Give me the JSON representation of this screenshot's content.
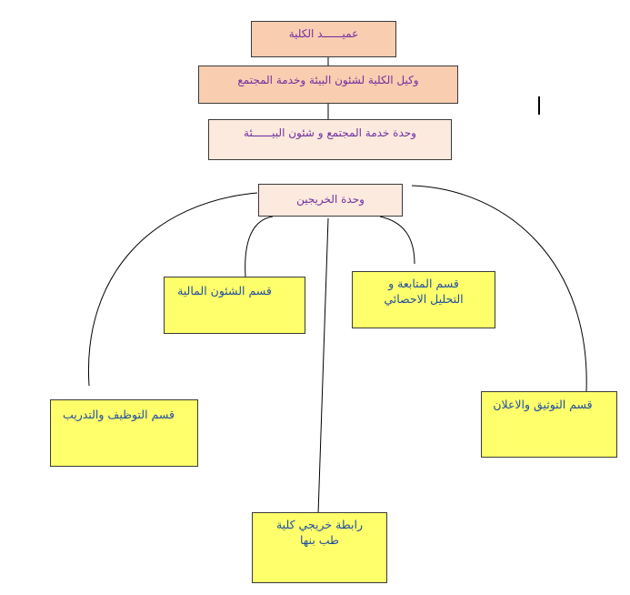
{
  "org_chart": {
    "dean": "عميــــــد الكلية",
    "vice_dean": "وكيل الكلية لشئون البيئة وخدمة المجتمع",
    "env_unit": "وحدة خدمة المجتمع و شئون البيــــــئة",
    "graduates_unit": "وحدة الخريجين",
    "departments": {
      "financial": "قسم الشئون المالية",
      "followup": "قسم المتابعة و التحليل الاحصائي",
      "employment": "قسم التوظيف والتدريب",
      "documentation": "قسم التوثيق والاعلان",
      "alumni_assoc": "رابطة خريجي كلية طب بنها"
    }
  },
  "colors": {
    "peach": "#f9cdb0",
    "peach_light": "#fdeade",
    "yellow": "#ffff6b",
    "purple_text": "#7030a0",
    "blue_text": "#1f4e9f"
  }
}
